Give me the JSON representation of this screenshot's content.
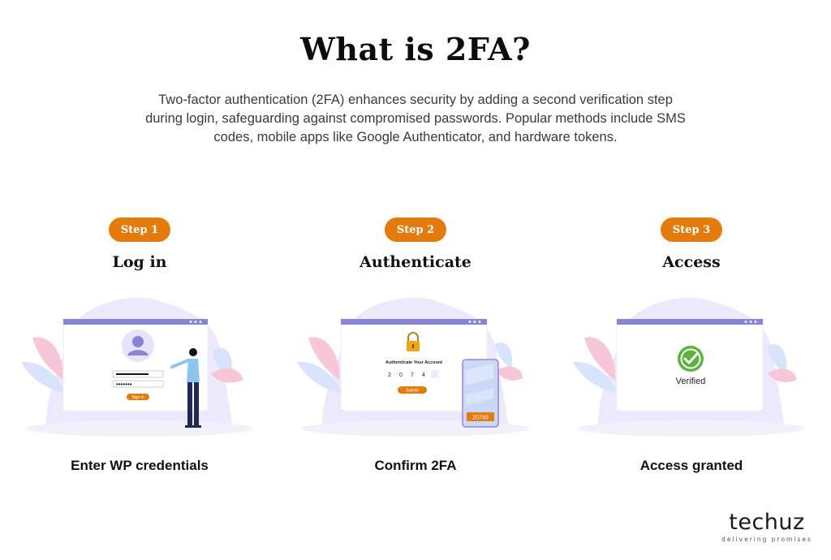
{
  "header": {
    "title": "What is 2FA?",
    "description": "Two-factor authentication (2FA) enhances security by adding a second verification step during login, safeguarding against compromised passwords. Popular methods include SMS codes, mobile apps like Google Authenticator, and hardware tokens."
  },
  "steps": [
    {
      "badge": "Step 1",
      "title": "Log in",
      "caption": "Enter WP credentials",
      "illustration": {
        "password_mask": "•••••••",
        "button_label": "Sign in"
      }
    },
    {
      "badge": "Step 2",
      "title": "Authenticate",
      "caption": "Confirm 2FA",
      "illustration": {
        "heading": "Authenticate Your Account",
        "code_digits": [
          "2",
          "0",
          "7",
          "4"
        ],
        "button_label": "Submit",
        "phone_code": "20745"
      }
    },
    {
      "badge": "Step 3",
      "title": "Access",
      "caption": "Access granted",
      "illustration": {
        "status": "Verified"
      }
    }
  ],
  "brand": {
    "name": "techuz",
    "tagline": "delivering promises"
  },
  "colors": {
    "accent": "#e37b0d",
    "window_bar": "#8b83d6",
    "blob": "#ebe9fb",
    "leaf_pink": "#f7c6d8",
    "leaf_blue": "#d8e4fb",
    "check": "#5bb33b"
  }
}
